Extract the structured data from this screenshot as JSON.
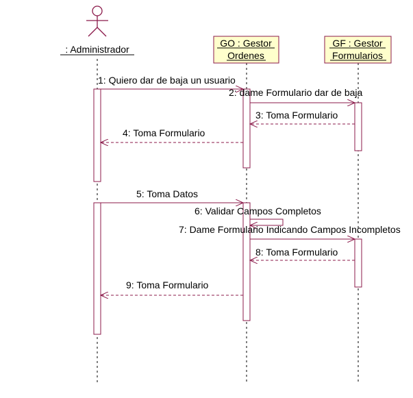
{
  "colors": {
    "line": "#8b1a4a",
    "box_fill": "#ffffcc",
    "box_border": "#8b1a4a",
    "text": "#000000",
    "background": "#ffffff"
  },
  "participants": {
    "actor": {
      "name": ": Administrador",
      "icon": "stick-figure-actor-icon"
    },
    "go": {
      "line1": "GO : Gestor",
      "line2": "Ordenes"
    },
    "gf": {
      "line1": "GF : Gestor",
      "line2": "Formularios"
    }
  },
  "messages": [
    {
      "number": "1",
      "text": "1: Quiero dar de baja un usuario",
      "kind": "call"
    },
    {
      "number": "2",
      "text": "2: dame Formulario dar de baja",
      "kind": "call"
    },
    {
      "number": "3",
      "text": "3: Toma Formulario",
      "kind": "return"
    },
    {
      "number": "4",
      "text": "4: Toma Formulario",
      "kind": "return"
    },
    {
      "number": "5",
      "text": "5: Toma Datos",
      "kind": "call"
    },
    {
      "number": "6",
      "text": "6: Validar Campos Completos",
      "kind": "self"
    },
    {
      "number": "7",
      "text": "7: Dame Formulario Indicando Campos Incompletos",
      "kind": "call"
    },
    {
      "number": "8",
      "text": "8: Toma Formulario",
      "kind": "return"
    },
    {
      "number": "9",
      "text": "9: Toma Formulario",
      "kind": "return"
    }
  ]
}
